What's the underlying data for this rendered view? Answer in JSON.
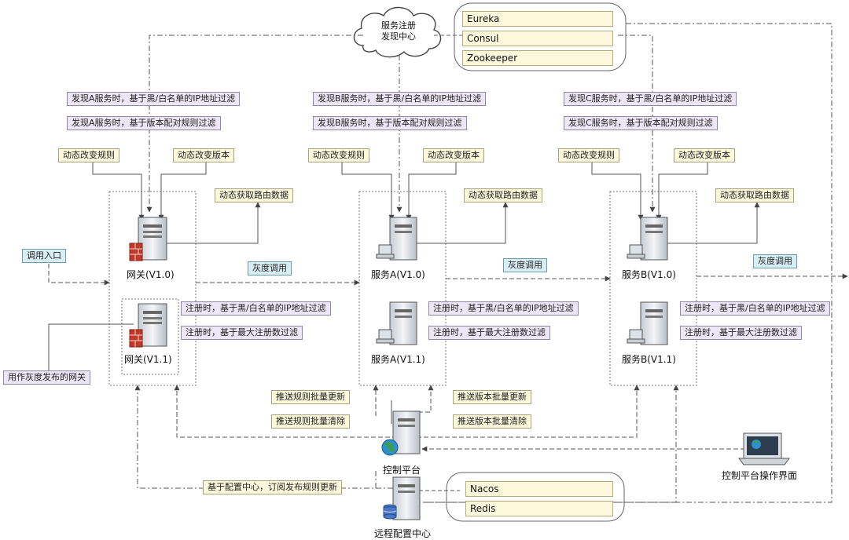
{
  "registry": {
    "cloud_line1": "服务注册",
    "cloud_line2": "发现中心",
    "items": [
      "Eureka",
      "Consul",
      "Zookeeper"
    ]
  },
  "config_center": {
    "caption": "远程配置中心",
    "items": [
      "Nacos",
      "Redis"
    ]
  },
  "discovery_filters": {
    "A": [
      "发现A服务时，基于黑/白名单的IP地址过滤",
      "发现A服务时，基于版本配对规则过滤"
    ],
    "B": [
      "发现B服务时，基于黑/白名单的IP地址过滤",
      "发现B服务时，基于版本配对规则过滤"
    ],
    "C": [
      "发现C服务时，基于黑/白名单的IP地址过滤",
      "发现C服务时，基于版本配对规则过滤"
    ]
  },
  "dynamic": {
    "change_rule": "动态改变规则",
    "change_version": "动态改变版本",
    "fetch_route": "动态获取路由数据"
  },
  "register_filters": [
    "注册时，基于黑/白名单的IP地址过滤",
    "注册时，基于最大注册数过滤"
  ],
  "gray_call": "灰度调用",
  "entry": "调用入口",
  "gray_gateway_note": "用作灰度发布的网关",
  "nodes": {
    "gw1": "网关(V1.0)",
    "gw2": "网关(V1.1)",
    "a1": "服务A(V1.0)",
    "a2": "服务A(V1.1)",
    "b1": "服务B(V1.0)",
    "b2": "服务B(V1.1)",
    "console": "控制平台",
    "console_ui": "控制平台操作界面"
  },
  "push": {
    "rule_update": "推送规则批量更新",
    "rule_clear": "推送规则批量清除",
    "version_update": "推送版本批量更新",
    "version_clear": "推送版本批量清除"
  },
  "config_subscribe": "基于配置中心，订阅发布规则更新",
  "colors": {
    "cream": "#fdf8dc",
    "lavender": "#ece6f6",
    "cyan": "#d8eef5",
    "line": "#555555",
    "server_body": "#dfe3e8"
  }
}
